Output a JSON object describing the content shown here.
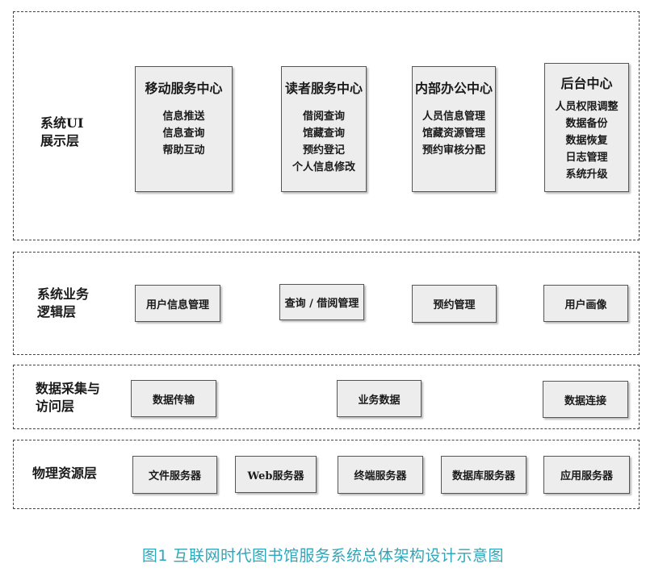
{
  "layers": [
    {
      "label": "系统UI\n展示层",
      "modules": [
        {
          "title": "移动服务中心",
          "items": [
            "信息推送",
            "信息查询",
            "帮助互动"
          ]
        },
        {
          "title": "读者服务中心",
          "items": [
            "借阅查询",
            "馆藏查询",
            "预约登记",
            "个人信息修改"
          ]
        },
        {
          "title": "内部办公中心",
          "items": [
            "人员信息管理",
            "馆藏资源管理",
            "预约审核分配"
          ]
        },
        {
          "title": "后台中心",
          "items": [
            "人员权限调整",
            "数据备份",
            "数据恢复",
            "日志管理",
            "系统升级"
          ]
        }
      ]
    },
    {
      "label": "系统业务\n逻辑层",
      "boxes": [
        "用户信息管理",
        "查询 / 借阅管理",
        "预约管理",
        "用户画像"
      ]
    },
    {
      "label": "数据采集与\n访问层",
      "boxes": [
        "数据传输",
        "业务数据",
        "数据连接"
      ]
    },
    {
      "label": "物理资源层",
      "boxes": [
        "文件服务器",
        "Web服务器",
        "终端服务器",
        "数据库服务器",
        "应用服务器"
      ]
    }
  ],
  "caption": "图1 互联网时代图书馆服务系统总体架构设计示意图"
}
